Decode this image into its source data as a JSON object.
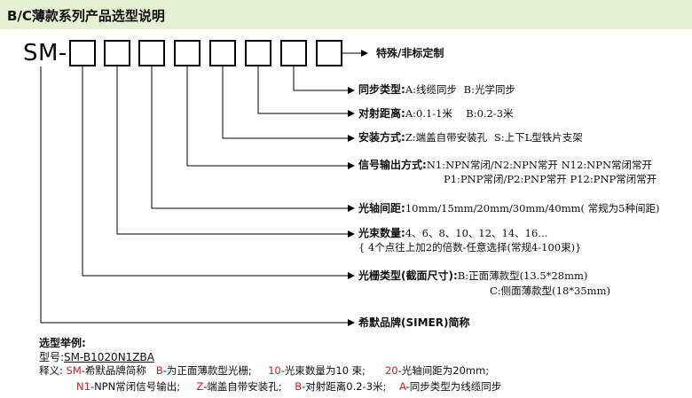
{
  "header": {
    "title": "B/C薄款系列产品选型说明"
  },
  "model": {
    "prefix": "SM-",
    "box_count": 8
  },
  "rows": {
    "special": "特殊/非标定制",
    "sync": {
      "label": "同步类型:",
      "a": "A:线缆同步",
      "b": "B:光学同步"
    },
    "distance": {
      "label": "对射距离:",
      "a": "A:0.1-1米",
      "b": "B:0.2-3米"
    },
    "mount": {
      "label": "安装方式:",
      "z": "Z:端盖自带安装孔",
      "s": "S:上下L型铁片支架"
    },
    "output": {
      "label": "信号输出方式:",
      "line1": "N1:NPN常闭/N2:NPN常开 N12:NPN常闭常开",
      "line2": "P1:PNP常闭/P2:PNP常开 P12:PNP常闭常开"
    },
    "pitch": {
      "label": "光轴间距:",
      "value": "10mm/15mm/20mm/30mm/40mm( 常规为5种间距)"
    },
    "beams": {
      "label": "光束数量:",
      "value": "4、6、8、10、12、14、16...",
      "note": "{ 4个点往上加2的倍数-任意选择(常规4-100束)}"
    },
    "grating": {
      "label": "光栅类型(截面尺寸):",
      "b": "B:正面薄款型(13.5*28mm)",
      "c": "C:侧面薄款型(18*35mm)"
    },
    "brand": "希默品牌(SIMER)简称"
  },
  "example": {
    "title": "选型举例:",
    "model_label": "型号:",
    "model_code": "SM-B1020N1ZBA",
    "explain_label": "释义:",
    "line1": [
      {
        "code": "SM",
        "text": "-希默品牌简称"
      },
      {
        "code": "B",
        "text": "-为正面薄款型光栅;"
      },
      {
        "code": "10",
        "text": "-光束数量为10 束;"
      },
      {
        "code": "20",
        "text": "-光轴间距为20mm;"
      }
    ],
    "line2": [
      {
        "code": "N1",
        "text": "-NPN常闭信号输出;"
      },
      {
        "code": "Z",
        "text": "-端盖自带安装孔;"
      },
      {
        "code": "B",
        "text": "-对射距离0.2-3米;"
      },
      {
        "code": "A",
        "text": "-同步类型为线缆同步"
      }
    ]
  },
  "colors": {
    "header_bg": "#e3f0d3",
    "highlight": "#e0141e"
  }
}
